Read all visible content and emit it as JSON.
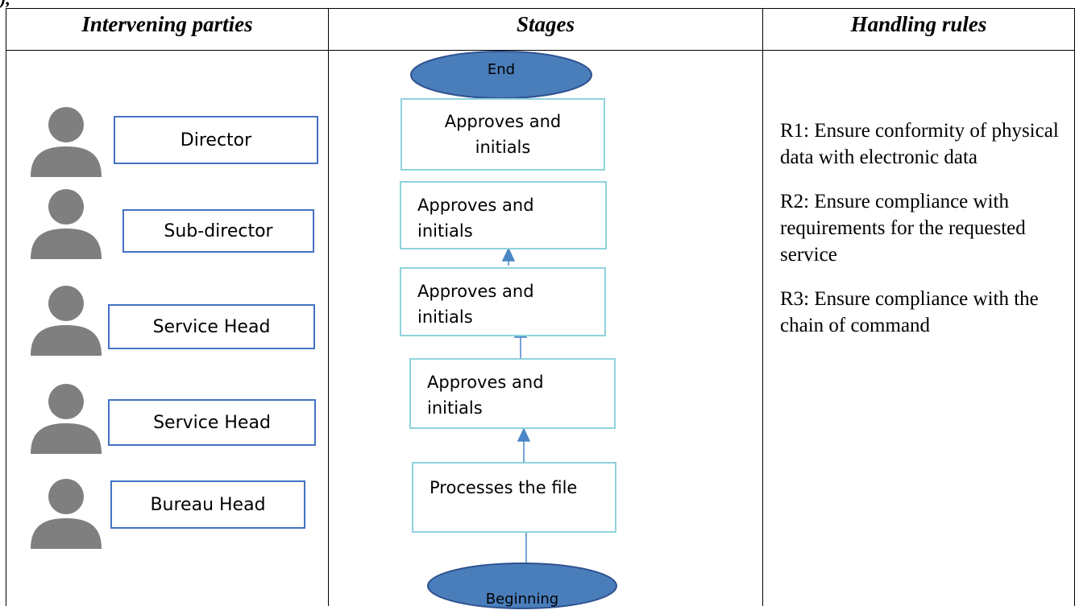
{
  "headers": {
    "col1": "Intervening parties",
    "col2": "Stages",
    "col3": "Handling rules"
  },
  "corner_fragment": "),",
  "parties": [
    {
      "label": "Director",
      "icon": "person-icon"
    },
    {
      "label": "Sub-director",
      "icon": "person-icon"
    },
    {
      "label": "Service Head",
      "icon": "person-icon"
    },
    {
      "label": "Service Head",
      "icon": "person-icon"
    },
    {
      "label": "Bureau Head",
      "icon": "person-icon"
    }
  ],
  "stages": {
    "end": "End",
    "steps": [
      {
        "line1": "Approves and",
        "line2": "initials"
      },
      {
        "line1": "Approves and",
        "line2": "initials"
      },
      {
        "line1": "Approves and",
        "line2": "initials"
      },
      {
        "line1": "Approves and",
        "line2": "initials"
      },
      {
        "line1": "Processes the file",
        "line2": ""
      }
    ],
    "beginning": "Beginning"
  },
  "rules": [
    "R1: Ensure conformity of physical data with electronic data",
    "R2: Ensure compliance with requirements for the requested service",
    "R3: Ensure compliance with the chain of command"
  ],
  "colors": {
    "role_border": "#4472c4",
    "stage_border": "#8ed3dc",
    "oval_fill": "#4a7ebb",
    "oval_stroke": "#2f528f",
    "arrow": "#4a86c6",
    "person": "#7f7f7f"
  }
}
